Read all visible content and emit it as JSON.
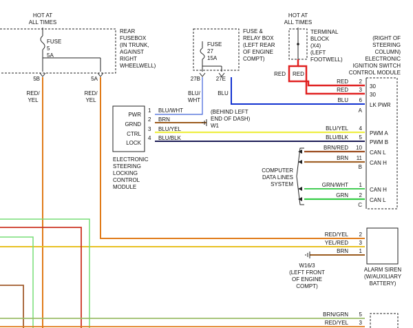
{
  "colors": {
    "red": "#e02020",
    "orange": "#e07a18",
    "blue": "#1030d0",
    "brown": "#9a5a1c",
    "yellow": "#eeee40",
    "navy": "#1a1a55",
    "green": "#33cc44",
    "black": "#222222"
  },
  "icons": {
    "fuse": "fuse-symbol",
    "ground": "ground-icon",
    "arrow": "arrow-left-icon"
  },
  "hot_left": {
    "line1": "HOT AT",
    "line2": "ALL TIMES"
  },
  "hot_right": {
    "line1": "HOT AT",
    "line2": "ALL TIMES"
  },
  "fuse5": {
    "line1": "FUSE",
    "line2": "5",
    "line3": "5A",
    "pin_a": "5B",
    "pin_b": "5A"
  },
  "rear_fusebox": {
    "lines": [
      "REAR",
      "FUSEBOX",
      "(IN TRUNK,",
      "AGAINST",
      "RIGHT",
      "WHEELWELL)"
    ]
  },
  "fuse27": {
    "line1": "FUSE",
    "line2": "27",
    "line3": "15A",
    "pin_a": "27B",
    "pin_b": "27E"
  },
  "relay_box": {
    "lines": [
      "FUSE &",
      "RELAY BOX",
      "(LEFT REAR",
      "OF ENGINE",
      "COMPT)"
    ]
  },
  "terminal_block": {
    "lines": [
      "TERMINAL",
      "BLOCK",
      "(X4)",
      "(LEFT",
      "FOOTWELL)"
    ]
  },
  "right_labels": {
    "lines": [
      "(RIGHT OF",
      "STEERING",
      "COLUMN)",
      "ELECTRONIC",
      "IGNITION SWITCH",
      "CONTROL MODULE"
    ]
  },
  "wire_labels": {
    "fuse5b_a": "RED/",
    "fuse5b_b": "YEL",
    "fuse5a_a": "RED/",
    "fuse5a_b": "YEL",
    "blu_wht_a": "BLU/",
    "blu_wht_b": "WHT",
    "blu": "BLU",
    "red_left": "RED",
    "red_right": "RED"
  },
  "ignition_module": {
    "pins": [
      {
        "wire": "RED",
        "num": "2",
        "term": "30"
      },
      {
        "wire": "RED",
        "num": "3",
        "term": "30"
      },
      {
        "wire": "BLU",
        "num": "6",
        "term": "LK PWR"
      },
      {
        "wire": "",
        "num": "A",
        "term": ""
      },
      {
        "wire": "BLU/YEL",
        "num": "4",
        "term": "PWM A"
      },
      {
        "wire": "BLU/BLK",
        "num": "5",
        "term": "PWM B"
      },
      {
        "wire": "BRN/RED",
        "num": "10",
        "term": "CAN L"
      },
      {
        "wire": "BRN",
        "num": "11",
        "term": "CAN H"
      },
      {
        "wire": "",
        "num": "B",
        "term": ""
      },
      {
        "wire": "GRN/WHT",
        "num": "1",
        "term": "CAN H"
      },
      {
        "wire": "GRN",
        "num": "2",
        "term": "CAN L"
      },
      {
        "wire": "",
        "num": "C",
        "term": ""
      }
    ]
  },
  "steering_lock": {
    "pins": [
      {
        "label": "PWR",
        "num": "1",
        "wire": "BLU/WHT"
      },
      {
        "label": "GRND",
        "num": "2",
        "wire": "BRN"
      },
      {
        "label": "CTRL",
        "num": "3",
        "wire": "BLU/YEL"
      },
      {
        "label": "LOCK",
        "num": "4",
        "wire": "BLU/BLK"
      }
    ],
    "name_lines": [
      "ELECTRONIC",
      "STEERING",
      "LOCKING",
      "CONTROL",
      "MODULE"
    ]
  },
  "ground_w1": {
    "line1": "(BEHIND LEFT",
    "line2": "END OF DASH)",
    "line3": "W1"
  },
  "data_lines": {
    "lines": [
      "COMPUTER",
      "DATA LINES",
      "SYSTEM"
    ]
  },
  "alarm": {
    "pins": [
      {
        "wire": "RED/YEL",
        "num": "2"
      },
      {
        "wire": "YEL/RED",
        "num": "3"
      },
      {
        "wire": "BRN",
        "num": "1"
      }
    ],
    "name_lines": [
      "ALARM SIREN",
      "(W/AUXILIARY",
      "BATTERY)"
    ]
  },
  "ground_w163": {
    "line1": "W16/3",
    "line2": "(LEFT FRONT",
    "line3": "OF ENGINE",
    "line4": "COMPT)"
  },
  "bottom_connector": {
    "pins": [
      {
        "wire": "BRN/GRN",
        "num": "5"
      },
      {
        "wire": "RED/YEL",
        "num": "3"
      }
    ]
  }
}
